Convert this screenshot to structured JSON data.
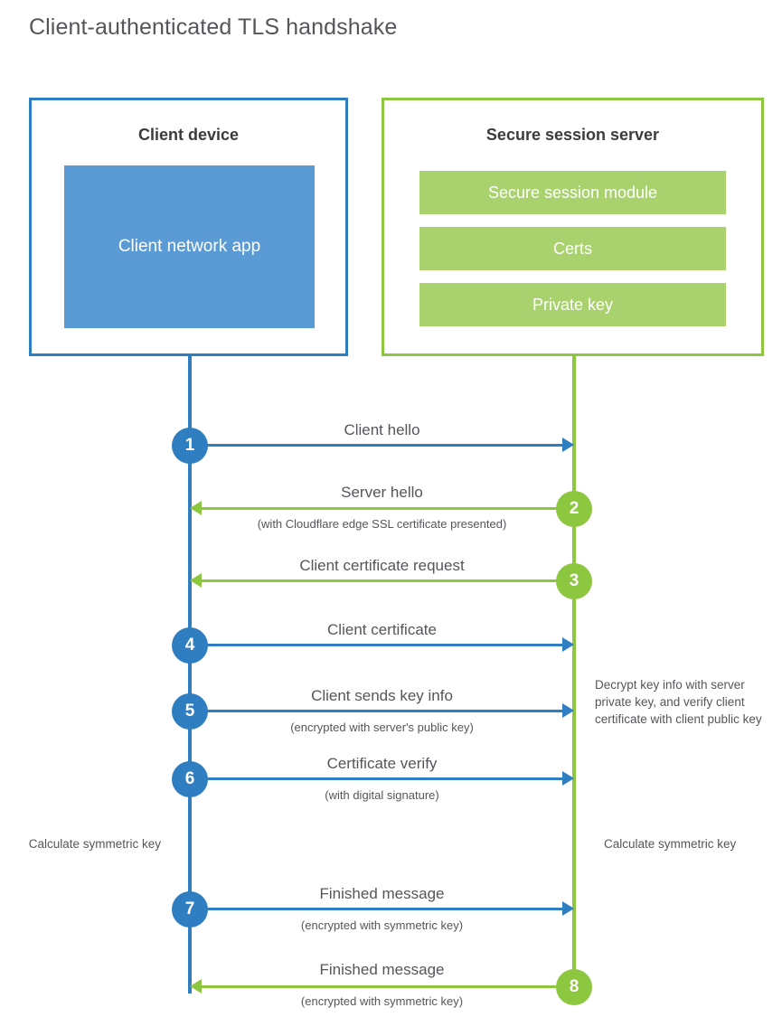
{
  "title": "Client-authenticated TLS handshake",
  "colors": {
    "client_blue": "#2f7ec1",
    "client_app_fill": "#5b9bd5",
    "server_green": "#8dc63f",
    "server_bar_fill": "#a9d26e",
    "text": "#53565a"
  },
  "client": {
    "title": "Client device",
    "app_label": "Client network app"
  },
  "server": {
    "title": "Secure session server",
    "modules": [
      "Secure session module",
      "Certs",
      "Private key"
    ]
  },
  "steps": [
    {
      "number": "1",
      "label": "Client hello",
      "sub": "",
      "direction": "client-to-server",
      "color": "#2f7ec1"
    },
    {
      "number": "2",
      "label": "Server hello",
      "sub": "(with Cloudflare edge SSL certificate presented)",
      "direction": "server-to-client",
      "color": "#8dc63f"
    },
    {
      "number": "3",
      "label": "Client certificate request",
      "sub": "",
      "direction": "server-to-client",
      "color": "#8dc63f"
    },
    {
      "number": "4",
      "label": "Client certificate",
      "sub": "",
      "direction": "client-to-server",
      "color": "#2f7ec1"
    },
    {
      "number": "5",
      "label": "Client sends key info",
      "sub": "(encrypted with server's public key)",
      "direction": "client-to-server",
      "color": "#2f7ec1"
    },
    {
      "number": "6",
      "label": "Certificate verify",
      "sub": "(with digital signature)",
      "direction": "client-to-server",
      "color": "#2f7ec1"
    },
    {
      "number": "7",
      "label": "Finished message",
      "sub": "(encrypted with symmetric key)",
      "direction": "client-to-server",
      "color": "#2f7ec1"
    },
    {
      "number": "8",
      "label": "Finished message",
      "sub": "(encrypted with symmetric key)",
      "direction": "server-to-client",
      "color": "#8dc63f"
    }
  ],
  "notes": {
    "server_decrypt": "Decrypt key info with server private key, and verify client certificate with client public key",
    "client_calculate": "Calculate symmetric key",
    "server_calculate": "Calculate symmetric key"
  }
}
